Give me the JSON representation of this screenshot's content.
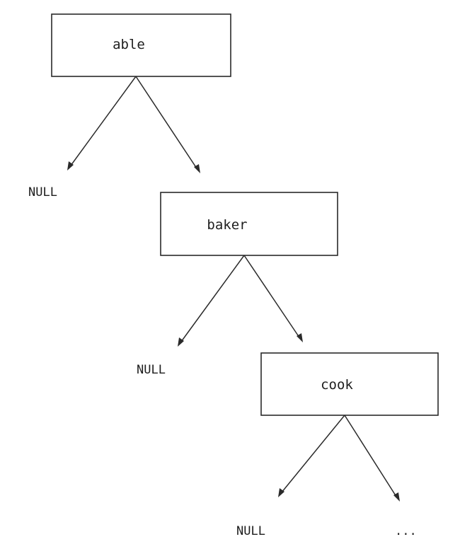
{
  "nodes": [
    {
      "label": "able",
      "left": "NULL"
    },
    {
      "label": "baker",
      "left": "NULL"
    },
    {
      "label": "cook",
      "left": "NULL",
      "right": "..."
    }
  ]
}
